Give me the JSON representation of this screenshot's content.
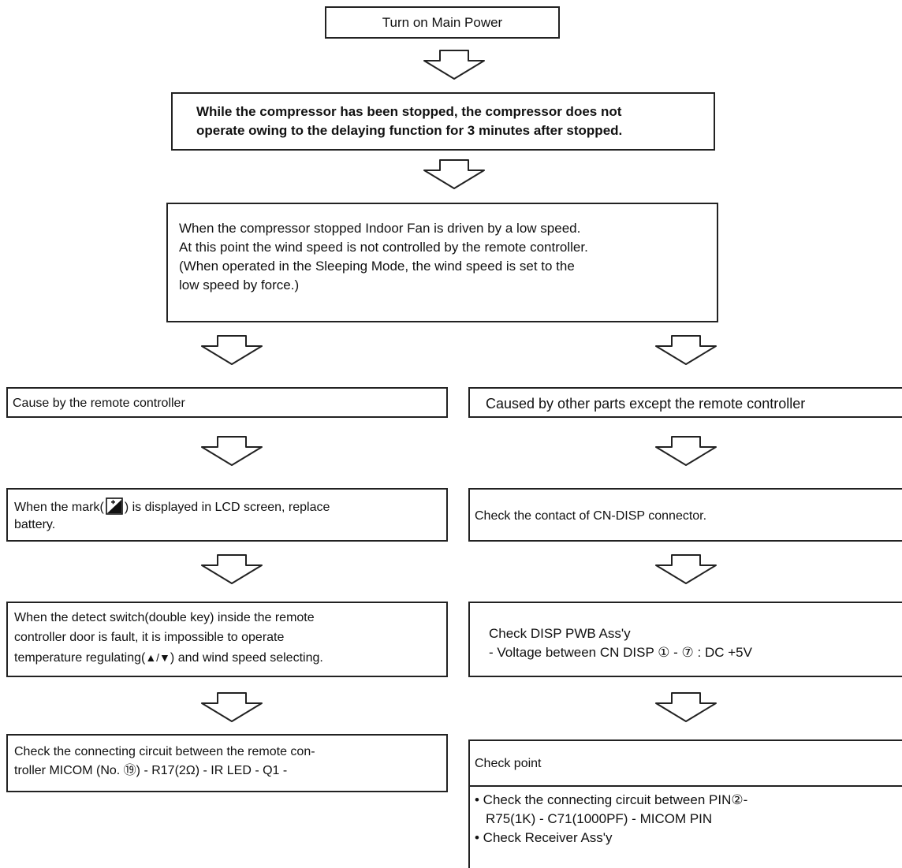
{
  "steps": {
    "power": "Turn on Main Power",
    "delay": [
      "While the compressor has been stopped, the compressor does not",
      "operate owing to the delaying function for 3 minutes after stopped."
    ],
    "fan": [
      "When the compressor stopped Indoor Fan is driven by a low speed.",
      "At this point the wind speed is not controlled by the remote controller.",
      "(When operated in the Sleeping Mode, the wind speed is set to the",
      "low speed by force.)"
    ]
  },
  "left": {
    "cause": "Cause by the remote controller",
    "battery": [
      "When the mark(",
      ") is displayed in LCD screen, replace",
      "battery."
    ],
    "switch": [
      "When the detect switch(double key) inside the remote",
      "controller door is fault, it is impossible to operate",
      "temperature regulating(",
      "▲/▼",
      ") and wind speed selecting."
    ],
    "circuit": [
      "Check the connecting circuit between the remote con-",
      "troller MICOM (No. ⑲) - R17(2Ω) - IR LED - Q1 -"
    ]
  },
  "right": {
    "cause": "Caused by other parts except the remote controller",
    "contact": "Check the contact of CN-DISP connector.",
    "disp": [
      "Check DISP PWB Ass'y",
      "- Voltage between CN DISP ① - ⑦ : DC +5V"
    ],
    "point": {
      "title": "Check point",
      "items": [
        "• Check the connecting circuit between PIN②-",
        "R75(1K) - C71(1000PF) - MICOM PIN",
        "• Check Receiver Ass'y"
      ]
    }
  },
  "icons": {
    "arrow": "hollow-down-arrow-icon",
    "battery": "battery-icon"
  }
}
